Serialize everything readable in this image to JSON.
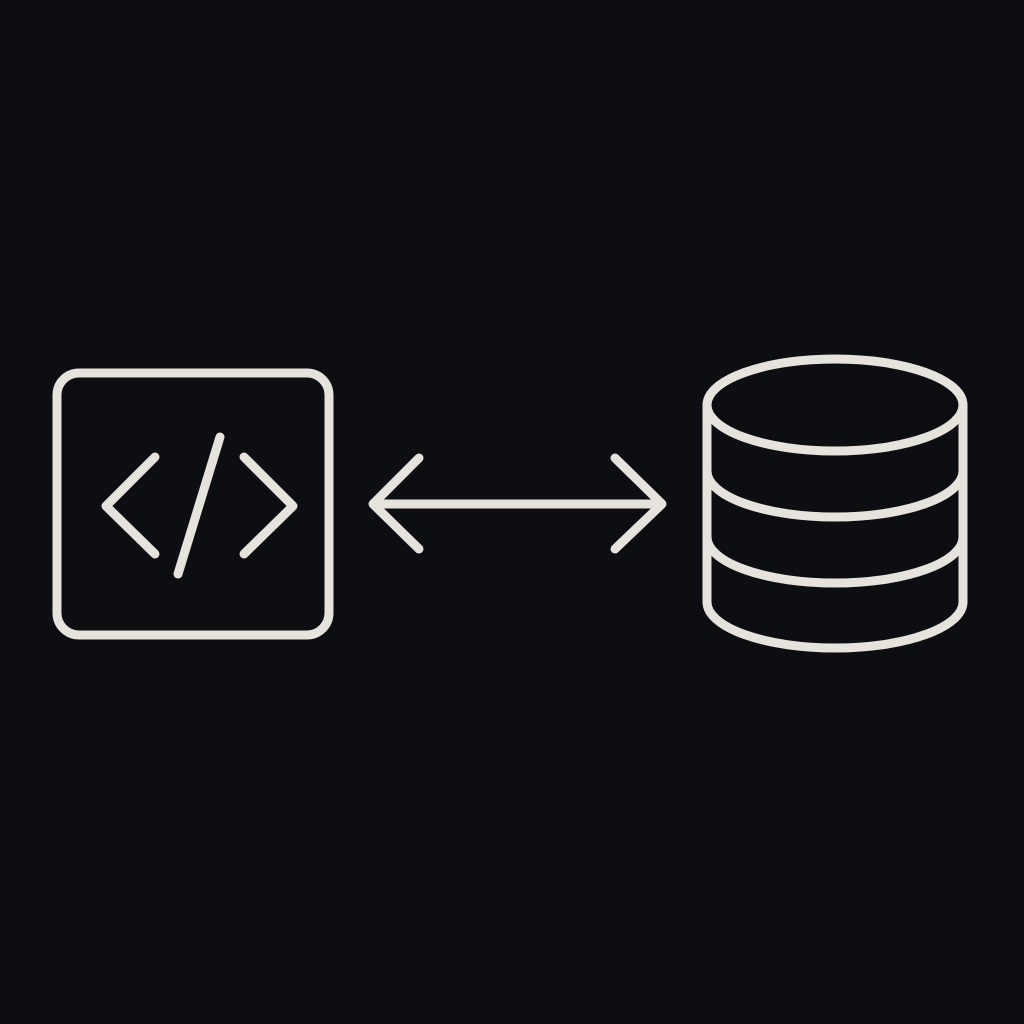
{
  "diagram": {
    "background_color": "#0d0e11",
    "stroke_color": "#e6e3dd",
    "nodes": [
      {
        "id": "code",
        "icon": "code-brackets-icon"
      },
      {
        "id": "database",
        "icon": "database-cylinder-icon"
      }
    ],
    "connector": {
      "icon": "bidirectional-arrow-icon",
      "from": "code",
      "to": "database",
      "direction": "both"
    }
  }
}
